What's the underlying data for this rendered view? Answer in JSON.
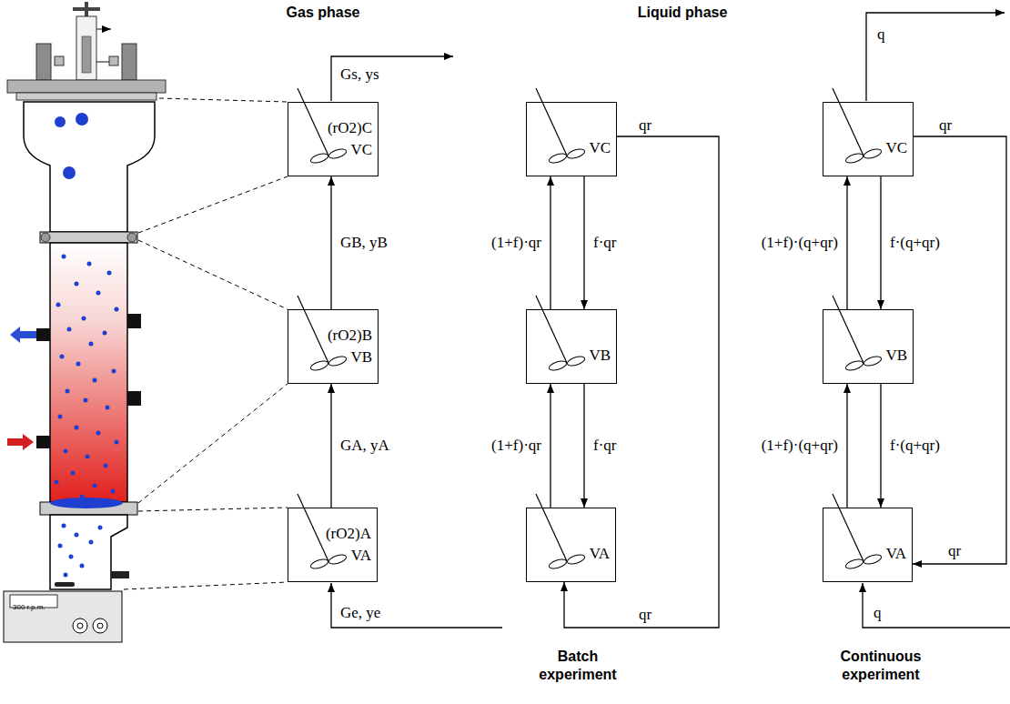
{
  "diagram": {
    "nodes": [
      {
        "text": [
          "(rO2)C",
          "VC"
        ]
      },
      {
        "text": [
          "(rO2)B",
          "VB"
        ]
      },
      {
        "text": [
          "(rO2)A",
          "VA"
        ]
      },
      {
        "text": [
          "VC"
        ]
      },
      {
        "text": [
          "VB"
        ]
      },
      {
        "text": [
          "VA"
        ]
      },
      {
        "text": [
          "VC"
        ]
      },
      {
        "text": [
          "VB"
        ]
      },
      {
        "text": [
          "VA"
        ]
      }
    ],
    "edges": [
      {
        "from": 2,
        "to": 1,
        "label": "GA, yA",
        "arrow": "to"
      },
      {
        "from": 1,
        "to": 0,
        "label": "GB, yB",
        "arrow": "to"
      },
      {
        "from": 5,
        "to": 4,
        "label": "(1+f)·qr",
        "arrow": "to"
      },
      {
        "from": 4,
        "to": 3,
        "label": "(1+f)·qr",
        "arrow": "to"
      },
      {
        "from": 3,
        "to": 4,
        "label": "f·qr",
        "arrow": "to"
      },
      {
        "from": 4,
        "to": 5,
        "label": "f·qr",
        "arrow": "to"
      },
      {
        "from": 3,
        "to": 5,
        "label": "qr",
        "arrow": "to"
      },
      {
        "from": 8,
        "to": 7,
        "label": "(1+f)·(q+qr)",
        "arrow": "to"
      },
      {
        "from": 7,
        "to": 6,
        "label": "(1+f)·(q+qr)",
        "arrow": "to"
      },
      {
        "from": 6,
        "to": 7,
        "label": "f·(q+qr)",
        "arrow": "to"
      },
      {
        "from": 7,
        "to": 8,
        "label": "f·(q+qr)",
        "arrow": "to"
      },
      {
        "from": 6,
        "to": 8,
        "label": "qr",
        "arrow": "to"
      }
    ],
    "labels": [
      "Gas phase",
      "Liquid phase",
      "Gs, ys",
      "Ge, ye",
      "qr",
      "q",
      "qr",
      "q",
      "Batch experiment",
      "Continuous experiment",
      "300 r.p.m."
    ]
  }
}
